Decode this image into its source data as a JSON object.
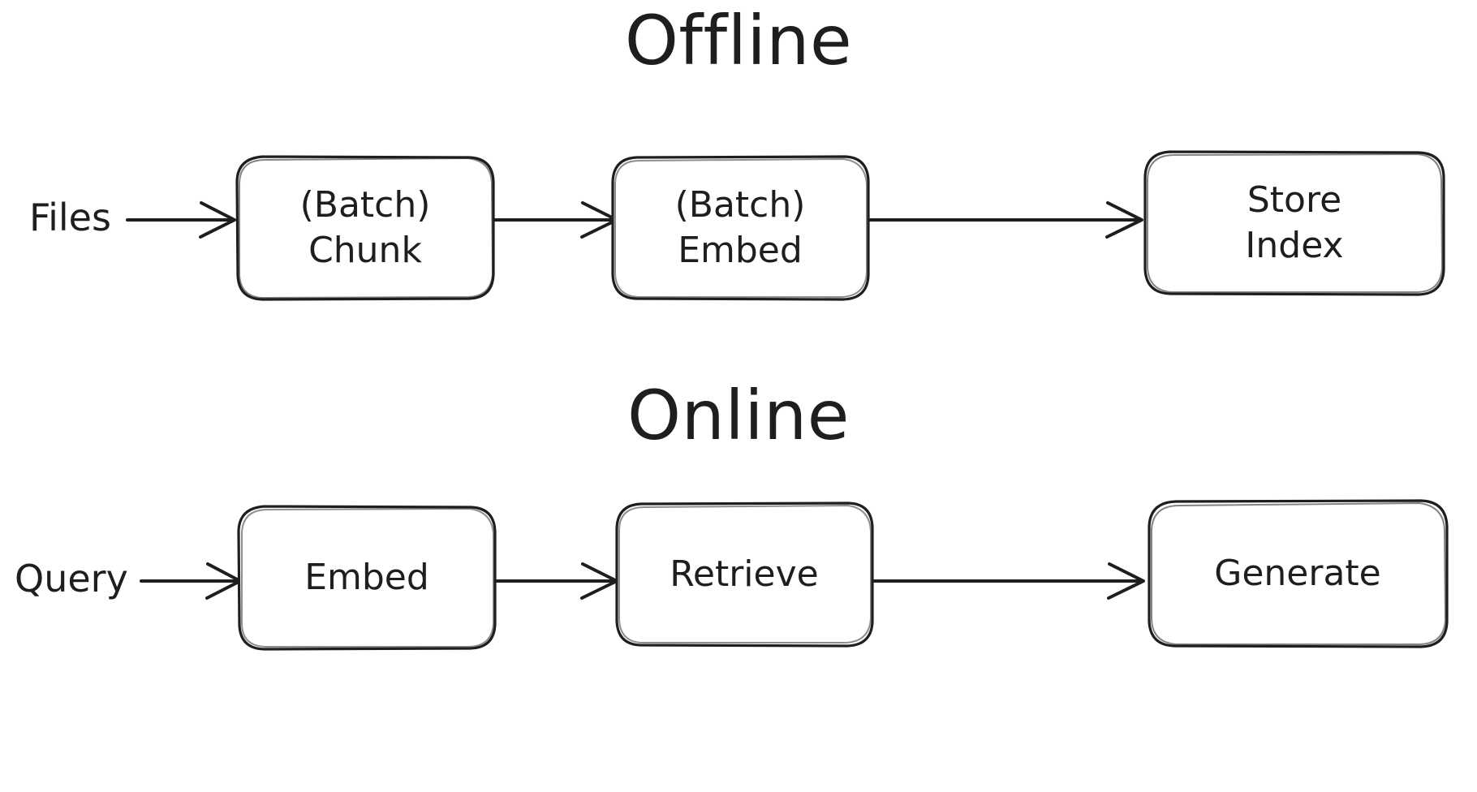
{
  "diagram": {
    "title_style": "hand-drawn sketch",
    "stroke_color": "#1e1e1e",
    "background_color": "#ffffff",
    "sections": [
      {
        "id": "offline",
        "heading": "Offline",
        "source_label": "Files",
        "nodes": [
          {
            "id": "batch-chunk",
            "line1": "(Batch)",
            "line2": "Chunk"
          },
          {
            "id": "batch-embed",
            "line1": "(Batch)",
            "line2": "Embed"
          },
          {
            "id": "store-index",
            "line1": "Store",
            "line2": "Index"
          }
        ],
        "edges": [
          {
            "from": "Files",
            "to": "(Batch) Chunk"
          },
          {
            "from": "(Batch) Chunk",
            "to": "(Batch) Embed"
          },
          {
            "from": "(Batch) Embed",
            "to": "Store Index"
          }
        ]
      },
      {
        "id": "online",
        "heading": "Online",
        "source_label": "Query",
        "nodes": [
          {
            "id": "embed",
            "line1": "Embed",
            "line2": ""
          },
          {
            "id": "retrieve",
            "line1": "Retrieve",
            "line2": ""
          },
          {
            "id": "generate",
            "line1": "Generate",
            "line2": ""
          }
        ],
        "edges": [
          {
            "from": "Query",
            "to": "Embed"
          },
          {
            "from": "Embed",
            "to": "Retrieve"
          },
          {
            "from": "Retrieve",
            "to": "Generate"
          }
        ]
      }
    ]
  }
}
